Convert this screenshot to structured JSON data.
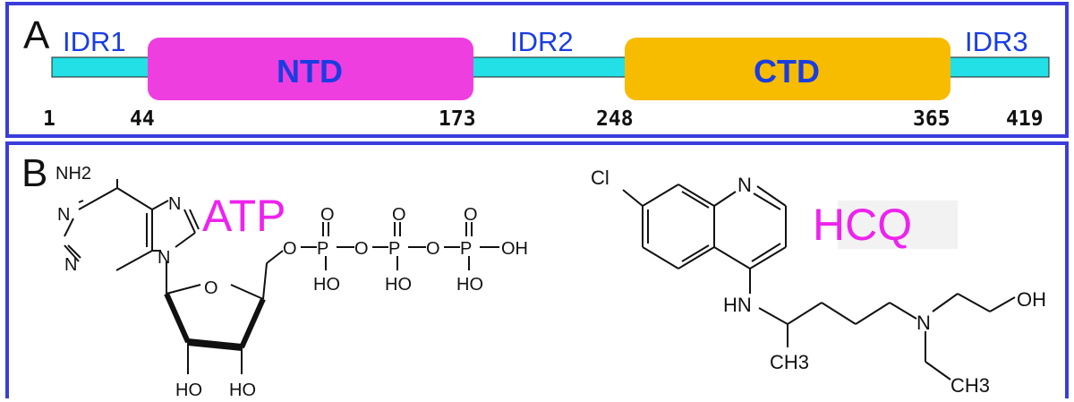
{
  "panel_a": {
    "letter": "A",
    "colors": {
      "linker": "#22e0e6",
      "ntd": "#ee3ee0",
      "ctd": "#f7bb00",
      "region_text": "#1a3de0",
      "border": "#3a3ddb"
    },
    "regions": [
      {
        "id": "idr1",
        "label": "IDR1",
        "type": "linker"
      },
      {
        "id": "ntd",
        "label": "NTD",
        "type": "domain"
      },
      {
        "id": "idr2",
        "label": "IDR2",
        "type": "linker"
      },
      {
        "id": "ctd",
        "label": "CTD",
        "type": "domain"
      },
      {
        "id": "idr3",
        "label": "IDR3",
        "type": "linker"
      }
    ],
    "positions": [
      "1",
      "44",
      "173",
      "248",
      "365",
      "419"
    ]
  },
  "panel_b": {
    "letter": "B",
    "atp": {
      "name": "ATP",
      "name_color": "#ee22ee",
      "atoms": {
        "nh2": "NH2",
        "n1": "N",
        "n3": "N",
        "n7": "N",
        "n9": "N",
        "ring_o": "O",
        "ester_o": "O",
        "bridge_o1": "O",
        "bridge_o2": "O",
        "p1": "P",
        "p2": "P",
        "p3": "P",
        "oxo1": "O",
        "oxo2": "O",
        "oxo3": "O",
        "ho_p1": "HO",
        "ho_p2": "HO",
        "ho_p3": "HO",
        "oh_terminal": "OH",
        "ho_c3": "HO",
        "ho_c2": "HO"
      }
    },
    "hcq": {
      "name": "HCQ",
      "name_color": "#ee22ee",
      "atoms": {
        "cl": "Cl",
        "ring_n": "N",
        "nh": "HN",
        "ch3_a": "CH3",
        "amine_n": "N",
        "oh": "OH",
        "ch3_b": "CH3"
      }
    }
  }
}
